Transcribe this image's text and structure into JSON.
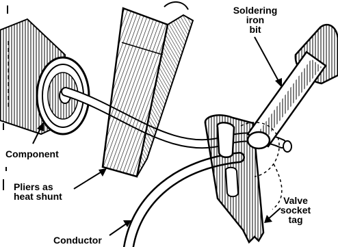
{
  "labels": {
    "soldering_iron": [
      "Soldering",
      "iron",
      "bit"
    ],
    "component": "Component",
    "pliers": [
      "Pliers as",
      "heat shunt"
    ],
    "valve": [
      "Valve",
      "socket",
      "tag"
    ],
    "conductor": "Conductor"
  },
  "colors": {
    "ink": "#000000",
    "paper": "#ffffff",
    "shade": "#5a5a5a"
  }
}
